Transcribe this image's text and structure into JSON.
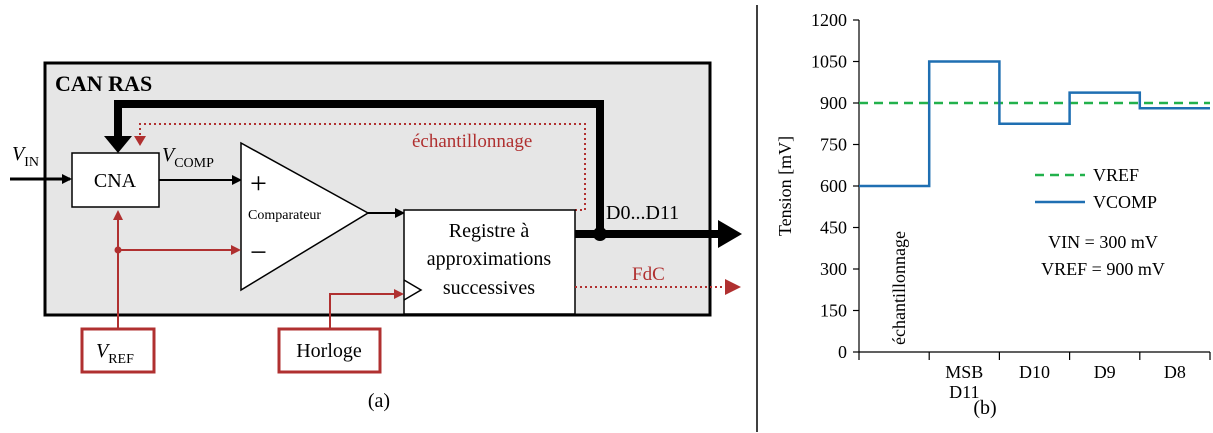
{
  "diagram": {
    "block_title": "CAN RAS",
    "vin_label": "V",
    "vin_sub": "IN",
    "cna_label": "CNA",
    "vcomp_label": "V",
    "vcomp_sub": "COMP",
    "plus": "+",
    "minus": "−",
    "comparator_label": "Comparateur",
    "sampling_label": "échantillonnage",
    "register_line1": "Registre à",
    "register_line2": "approximations",
    "register_line3": "successives",
    "output_label": "D0...D11",
    "eoc_label": "FdC",
    "vref_label": "V",
    "vref_sub": "REF",
    "clock_label": "Horloge",
    "caption": "(a)",
    "colors": {
      "signal": "#000000",
      "reference": "#b03030",
      "box_fill": "#e6e6e6"
    }
  },
  "chart_data": {
    "type": "line",
    "ylabel": "Tension [mV]",
    "yticks": [
      "0",
      "150",
      "300",
      "450",
      "600",
      "750",
      "900",
      "1050",
      "1200"
    ],
    "ylim": [
      0,
      1200
    ],
    "x_periods": [
      "échantillonnage",
      "MSB D11",
      "D10",
      "D9",
      "D8"
    ],
    "x_labels": [
      {
        "line1": "MSB",
        "line2": "D11"
      },
      {
        "line1": "D10",
        "line2": ""
      },
      {
        "line1": "D9",
        "line2": ""
      },
      {
        "line1": "D8",
        "line2": ""
      }
    ],
    "sampling_label": "échantillonnage",
    "series": [
      {
        "name": "VREF",
        "style": "dashed",
        "color": "#22b14c",
        "values": [
          900,
          900,
          900,
          900,
          900
        ]
      },
      {
        "name": "VCOMP",
        "style": "step",
        "color": "#1f6fb2",
        "values": [
          600,
          1050,
          825,
          937.5,
          881.25
        ]
      }
    ],
    "annotation_line1": "VIN = 300 mV",
    "annotation_line2": "VREF = 900 mV",
    "caption": "(b)",
    "grid": false
  }
}
